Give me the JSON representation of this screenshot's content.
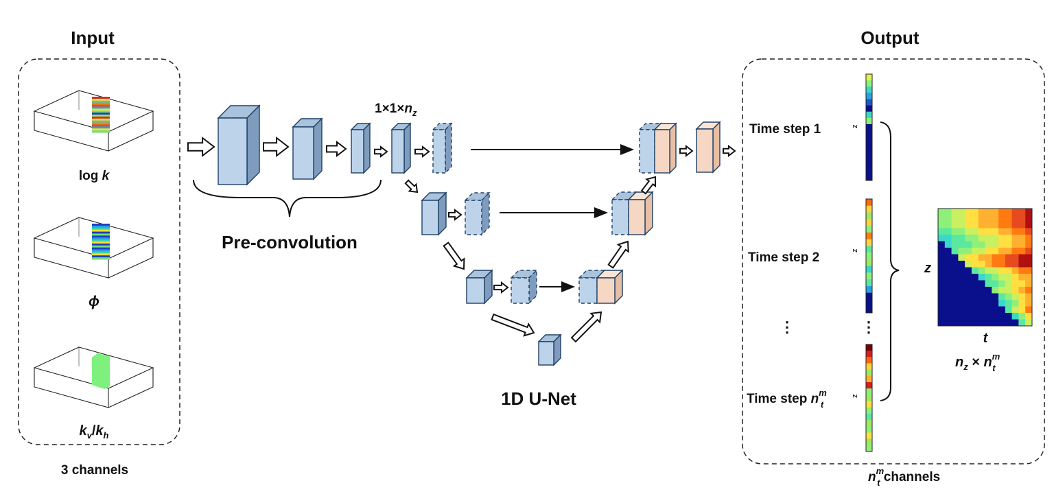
{
  "input": {
    "title": "Input",
    "channels_label": "3 channels",
    "items": [
      {
        "label_main": "log ",
        "label_var": "k",
        "fill": "colored-well-logk"
      },
      {
        "label_main": "",
        "label_var": "ϕ",
        "fill": "colored-well-phi"
      },
      {
        "label_main": "",
        "label_var": "k",
        "label_sub": "v",
        "label_sep": "/",
        "label_var2": "k",
        "label_sub2": "h",
        "fill": "#7ef07e"
      }
    ]
  },
  "preconv": {
    "label": "Pre-convolution"
  },
  "bottleneck_dim": {
    "prefix": "1×1×",
    "var": "n",
    "sub": "z"
  },
  "unet": {
    "label": "1D U-Net"
  },
  "output": {
    "title": "Output",
    "steps": [
      {
        "label": "Time step 1",
        "axis": "z"
      },
      {
        "label": "Time step 2",
        "axis": "z"
      },
      {
        "label": "Time step ",
        "var": "n",
        "sub": "t",
        "sup": "m",
        "axis": "z"
      }
    ],
    "ellipsis": "⋮",
    "channels": {
      "var": "n",
      "sub": "t",
      "sup": "m",
      "text": " channels"
    },
    "heatmap": {
      "ylabel": "z",
      "xlabel": "t",
      "dim_left": "n",
      "dim_left_sub": "z",
      "times": " × ",
      "dim_right": "n",
      "dim_right_sub": "t",
      "dim_right_sup": "m"
    }
  },
  "colors": {
    "block_blue": "#bcd3ea",
    "block_peach": "#f5d7c3",
    "dark_blue": "#0a0f8c",
    "border": "#222222"
  }
}
